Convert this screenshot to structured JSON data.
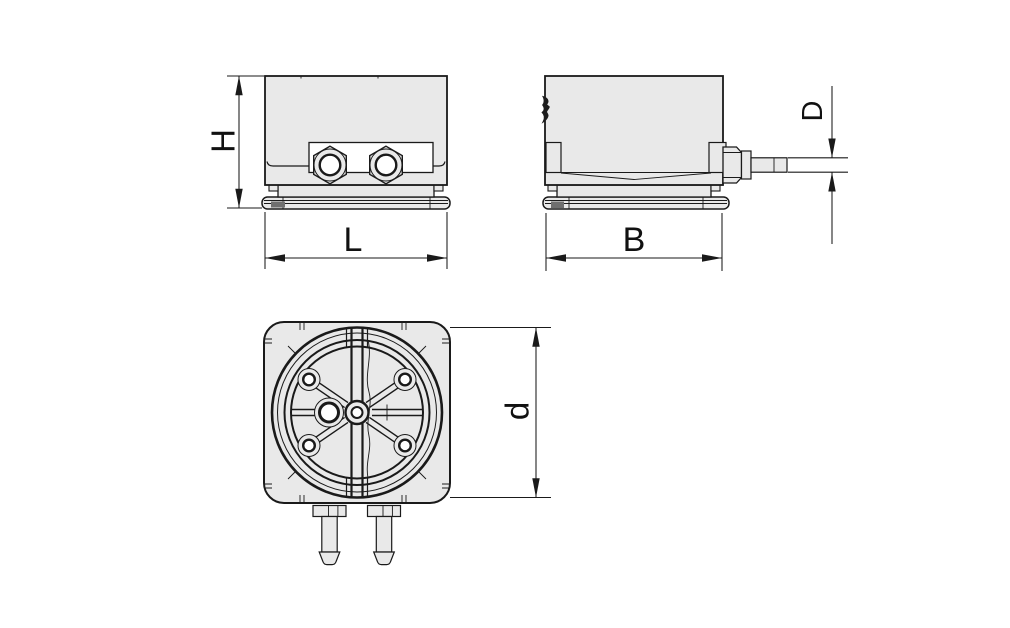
{
  "drawing": {
    "labels": {
      "height": "H",
      "length": "L",
      "width": "B",
      "hose_diameter": "D",
      "plate_diameter": "d"
    },
    "colors": {
      "background": "#ffffff",
      "part_fill": "#e9e9e9",
      "pocket_fill": "#ffffff",
      "line": "#1a1a1a"
    },
    "views": [
      {
        "name": "front view",
        "dimension_labels": [
          "H",
          "L"
        ]
      },
      {
        "name": "side view",
        "dimension_labels": [
          "B",
          "D"
        ]
      },
      {
        "name": "bottom view",
        "dimension_labels": [
          "d"
        ]
      }
    ]
  }
}
